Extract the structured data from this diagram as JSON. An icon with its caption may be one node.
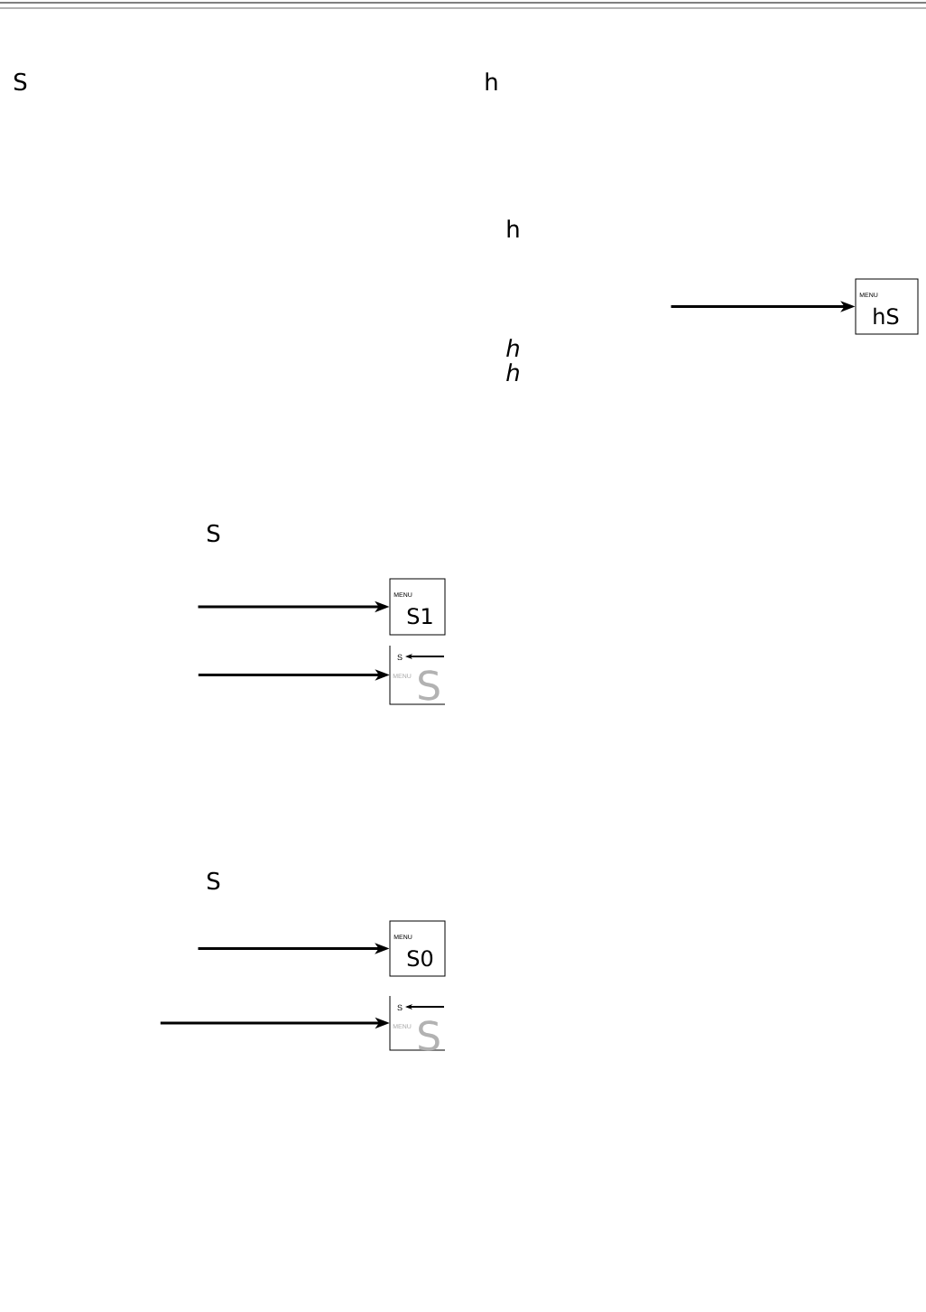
{
  "diagram": {
    "nodes": [
      {
        "text": [
          "MENU",
          "hS"
        ]
      },
      {
        "text": [
          "MENU",
          "S1"
        ]
      },
      {
        "text": [
          "S",
          "MENU",
          "S"
        ]
      },
      {
        "text": [
          "MENU",
          "S0"
        ]
      },
      {
        "text": [
          "S",
          "MENU",
          "S"
        ]
      }
    ],
    "edges": [
      {
        "from": null,
        "to": 0,
        "arrow": "to"
      },
      {
        "from": null,
        "to": 1,
        "arrow": "to"
      },
      {
        "from": null,
        "to": 2,
        "arrow": "to"
      },
      {
        "from": null,
        "to": 3,
        "arrow": "to"
      },
      {
        "from": null,
        "to": 4,
        "arrow": "to"
      }
    ],
    "labels": [
      "S",
      "h",
      "h",
      "h",
      "h",
      "S",
      "S"
    ]
  }
}
